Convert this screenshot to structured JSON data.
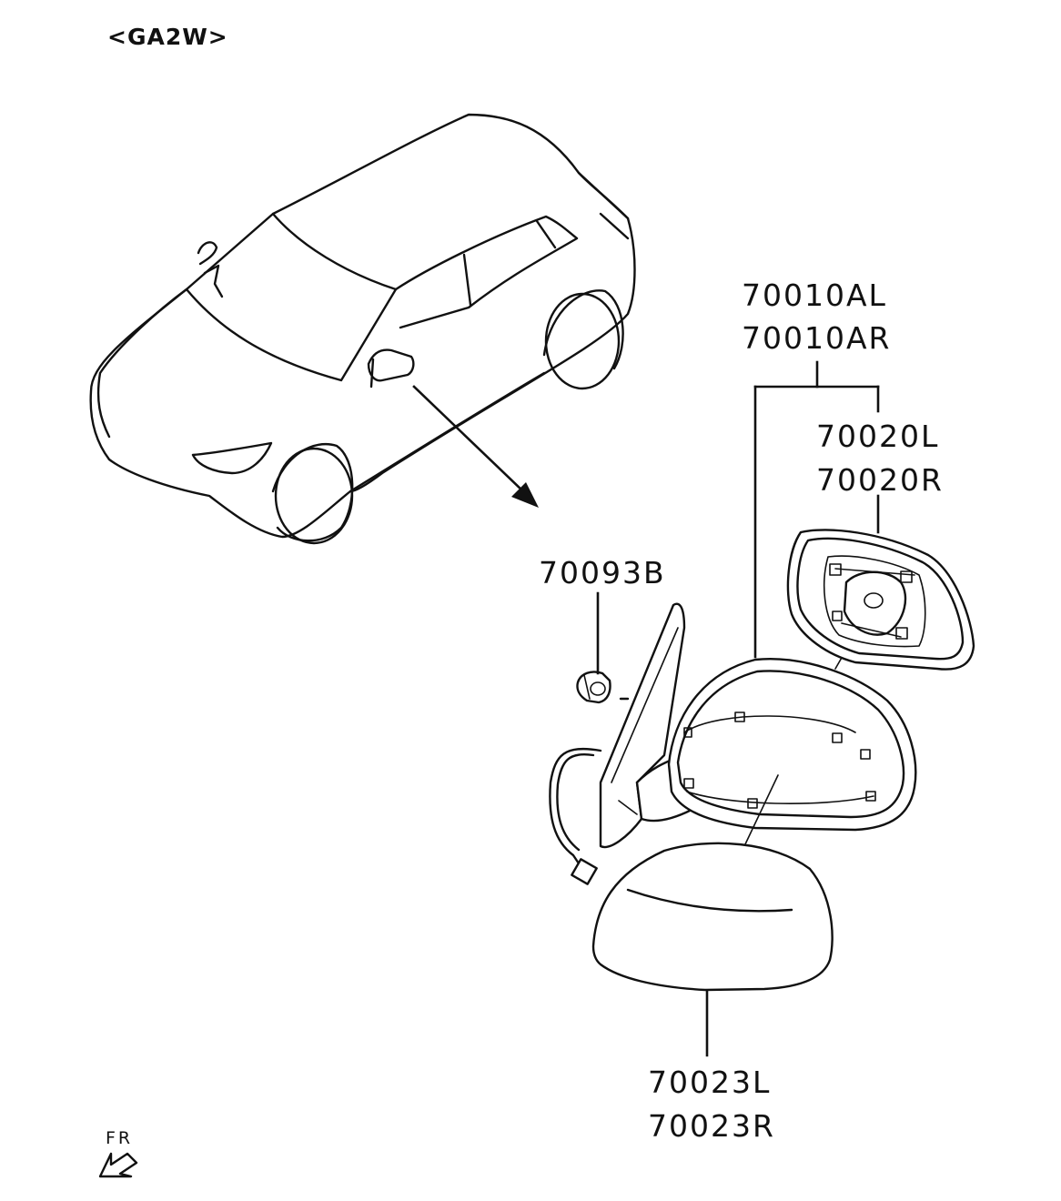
{
  "model_code": "<GA2W>",
  "direction": {
    "label": "FR"
  },
  "parts": {
    "mirror_assy_l": "70010AL",
    "mirror_assy_r": "70010AR",
    "mirror_glass_l": "70020L",
    "mirror_glass_r": "70020R",
    "clip": "70093B",
    "cover_l": "70023L",
    "cover_r": "70023R"
  },
  "colors": {
    "line": "#111111",
    "background": "#ffffff"
  }
}
